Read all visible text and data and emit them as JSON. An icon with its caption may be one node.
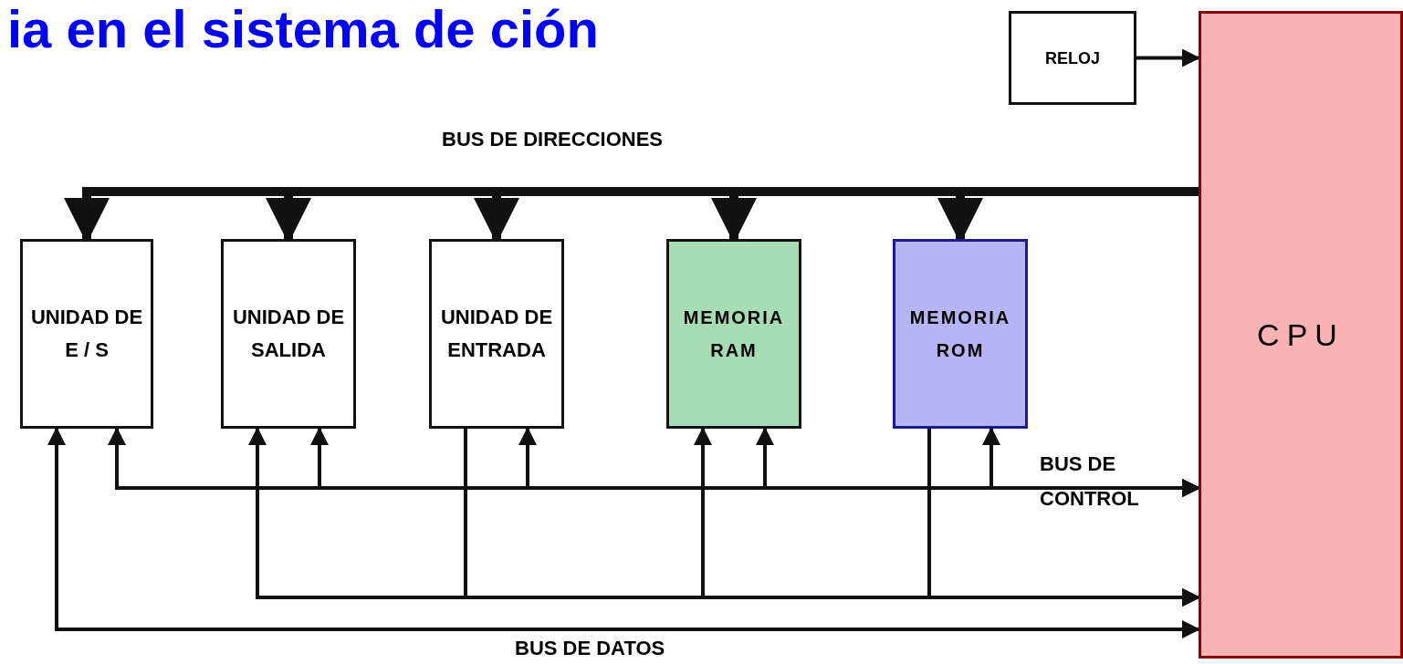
{
  "diagram": {
    "title": "ia en el sistema de ción",
    "nodes": [
      {
        "text": [
          "RELOJ"
        ]
      },
      {
        "text": [
          "CPU"
        ]
      },
      {
        "text": [
          "UNIDAD DE E / S"
        ]
      },
      {
        "text": [
          "UNIDAD DE SALIDA"
        ]
      },
      {
        "text": [
          "UNIDAD DE ENTRADA"
        ]
      },
      {
        "text": [
          "MEMORIA RAM"
        ]
      },
      {
        "text": [
          "MEMORIA ROM"
        ]
      }
    ],
    "edges": [
      {
        "from": 0,
        "to": 1,
        "arrow": "to"
      },
      {
        "from": 1,
        "to": 2,
        "arrow": "to",
        "style": "thick"
      },
      {
        "from": 1,
        "to": 3,
        "arrow": "to",
        "style": "thick"
      },
      {
        "from": 1,
        "to": 4,
        "arrow": "to",
        "style": "thick"
      },
      {
        "from": 1,
        "to": 5,
        "arrow": "to",
        "style": "thick"
      },
      {
        "from": 1,
        "to": 6,
        "arrow": "to",
        "style": "thick"
      },
      {
        "from": 2,
        "to": 1,
        "arrow": "both"
      },
      {
        "from": 3,
        "to": 1,
        "arrow": "both"
      },
      {
        "from": 4,
        "to": 1,
        "arrow": "both"
      },
      {
        "from": 5,
        "to": 1,
        "arrow": "both"
      },
      {
        "from": 6,
        "to": 1,
        "arrow": "both"
      },
      {
        "from": 2,
        "to": 1,
        "arrow": "both"
      },
      {
        "from": 1,
        "to": 3,
        "arrow": "to"
      },
      {
        "from": 4,
        "to": 1,
        "arrow": "to"
      },
      {
        "from": 5,
        "to": 1,
        "arrow": "both"
      },
      {
        "from": 6,
        "to": 1,
        "arrow": "to"
      }
    ],
    "labels": [
      "BUS DE DIRECCIONES",
      "BUS DE CONTROL",
      "BUS DE DATOS"
    ]
  }
}
